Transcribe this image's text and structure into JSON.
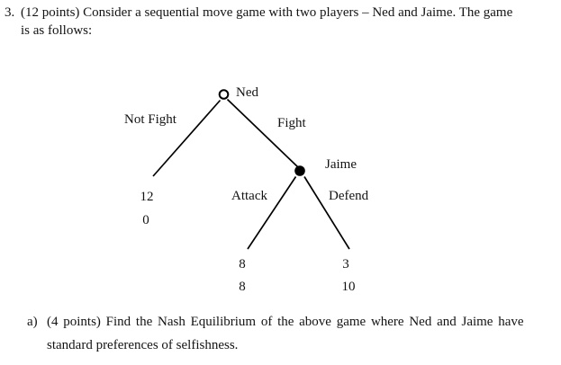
{
  "page": {
    "background": "#ffffff",
    "text_color": "#131313",
    "line_color": "#000000"
  },
  "problem": {
    "number": "3.",
    "line1": "(12 points) Consider a sequential move game with two players – Ned and Jaime. The game",
    "line2": "is as follows:"
  },
  "game_tree": {
    "type": "sequential_move_game_tree",
    "root_player": "Ned",
    "second_player": "Jaime",
    "branch_labels": {
      "not_fight": "Not Fight",
      "fight": "Fight",
      "attack": "Attack",
      "defend": "Defend"
    },
    "payoffs": {
      "not_fight": [
        "12",
        "0"
      ],
      "attack": [
        "8",
        "8"
      ],
      "defend": [
        "3",
        "10"
      ]
    }
  },
  "question_a": {
    "marker": "a)",
    "line1": "(4 points) Find the Nash Equilibrium of the above game where Ned and Jaime have",
    "line2": "standard preferences of selfishness."
  }
}
